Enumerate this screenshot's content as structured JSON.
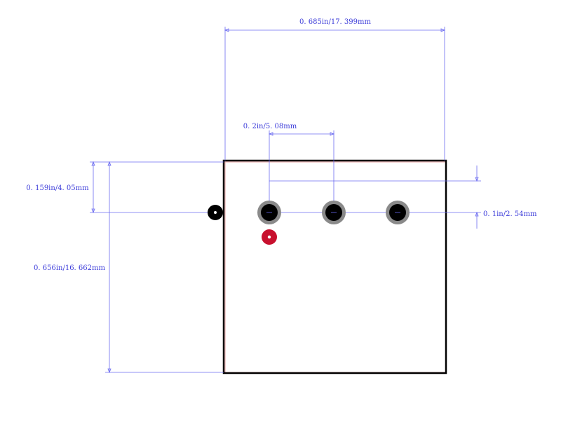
{
  "dimensions": {
    "overall_width": "0. 685in/17. 399mm",
    "pin_pitch": "0. 2in/5. 08mm",
    "top_to_pin_row": "0. 159in/4. 05mm",
    "overall_height": "0. 656in/16. 662mm",
    "pin_offset": "0. 1in/2. 54mm"
  },
  "colors": {
    "dimension": "#6b6bf0",
    "dimension_text": "#3b3bd9",
    "outline": "#000000",
    "courtyard": "#e8a0a0",
    "pad_ring": "#8a8a8a",
    "pad_hole": "#000000",
    "pin1_marker": "#c8102e"
  },
  "pads": [
    {
      "id": "pad-1",
      "pitch_index": 0
    },
    {
      "id": "pad-2",
      "pitch_index": 1
    },
    {
      "id": "pad-3",
      "pitch_index": 2
    }
  ]
}
